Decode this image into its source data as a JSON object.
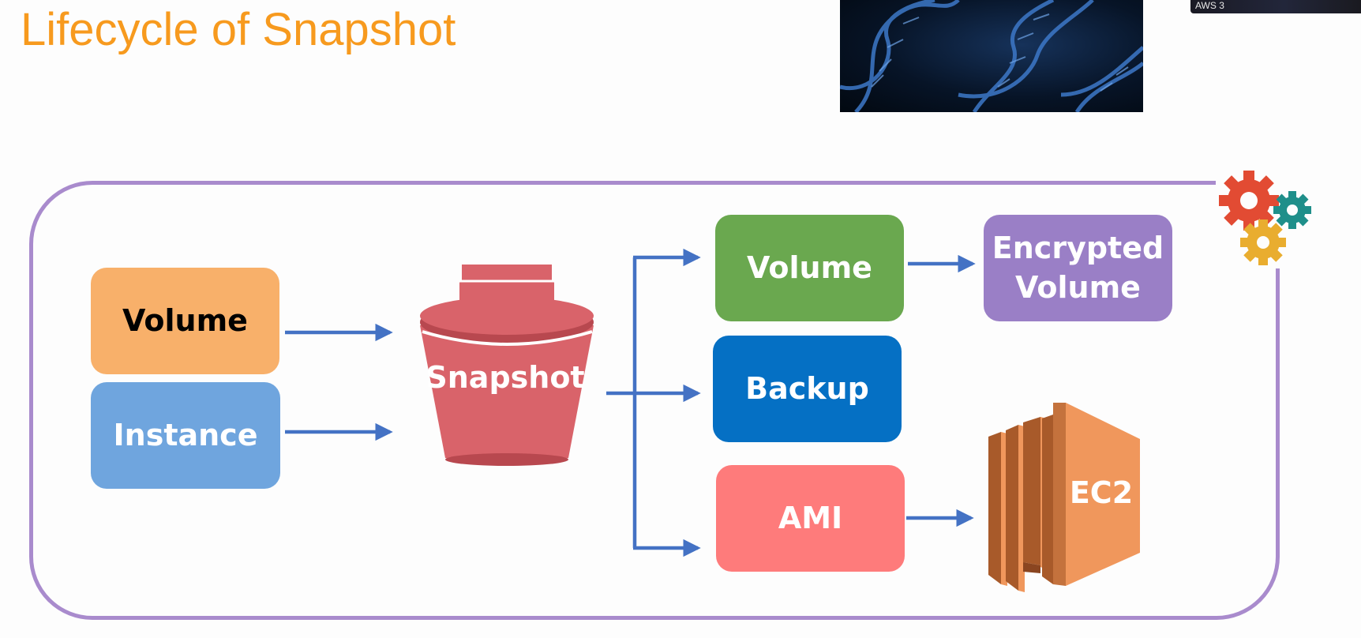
{
  "title": "Lifecycle of Snapshot",
  "webcam": {
    "label": "AWS 3"
  },
  "nodes": {
    "volume_source": "Volume",
    "instance": "Instance",
    "snapshot": "Snapshot",
    "volume": "Volume",
    "backup": "Backup",
    "ami": "AMI",
    "encrypted_volume_line1": "Encrypted",
    "encrypted_volume_line2": "Volume",
    "ec2": "EC2"
  },
  "edges": [
    {
      "from": "Volume",
      "to": "Snapshot"
    },
    {
      "from": "Instance",
      "to": "Snapshot"
    },
    {
      "from": "Snapshot",
      "to": "Volume"
    },
    {
      "from": "Snapshot",
      "to": "Backup"
    },
    {
      "from": "Snapshot",
      "to": "AMI"
    },
    {
      "from": "Volume",
      "to": "Encrypted Volume"
    },
    {
      "from": "AMI",
      "to": "EC2"
    }
  ],
  "colors": {
    "title": "#f79a1e",
    "frame": "#a98bcd",
    "arrow": "#4472c4",
    "volume_source": "#f8b06a",
    "instance": "#6fa5de",
    "snapshot_bucket": "#d9636a",
    "volume": "#6aa84f",
    "backup": "#0570c4",
    "ami": "#fe7b7b",
    "encrypted_volume": "#9a7fc6",
    "ec2": "#f0975c"
  },
  "icons": [
    "snapshot-bucket-icon",
    "ec2-instance-icon",
    "gears-icon",
    "dna-image"
  ]
}
